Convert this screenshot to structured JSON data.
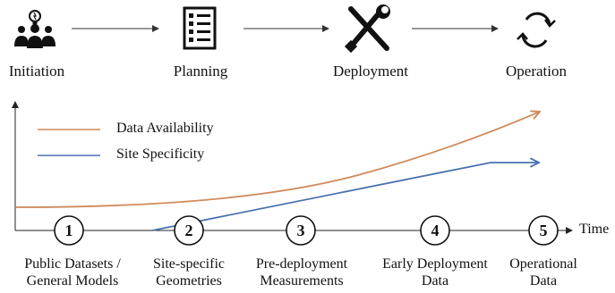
{
  "phases": [
    {
      "label": "Initiation",
      "icon": "team-idea-icon"
    },
    {
      "label": "Planning",
      "icon": "checklist-icon"
    },
    {
      "label": "Deployment",
      "icon": "tools-icon"
    },
    {
      "label": "Operation",
      "icon": "cycle-arrows-icon"
    }
  ],
  "legend": [
    {
      "label": "Data Availability",
      "color": "#d08a5a"
    },
    {
      "label": "Site Specificity",
      "color": "#4a72b0"
    }
  ],
  "axis": {
    "x_label": "Time"
  },
  "milestones": [
    {
      "number": "1",
      "line1": "Public Datasets /",
      "line2": "General Models"
    },
    {
      "number": "2",
      "line1": "Site-specific",
      "line2": "Geometries"
    },
    {
      "number": "3",
      "line1": "Pre-deployment",
      "line2": "Measurements"
    },
    {
      "number": "4",
      "line1": "Early Deployment",
      "line2": "Data"
    },
    {
      "number": "5",
      "line1": "Operational",
      "line2": "Data"
    }
  ]
}
